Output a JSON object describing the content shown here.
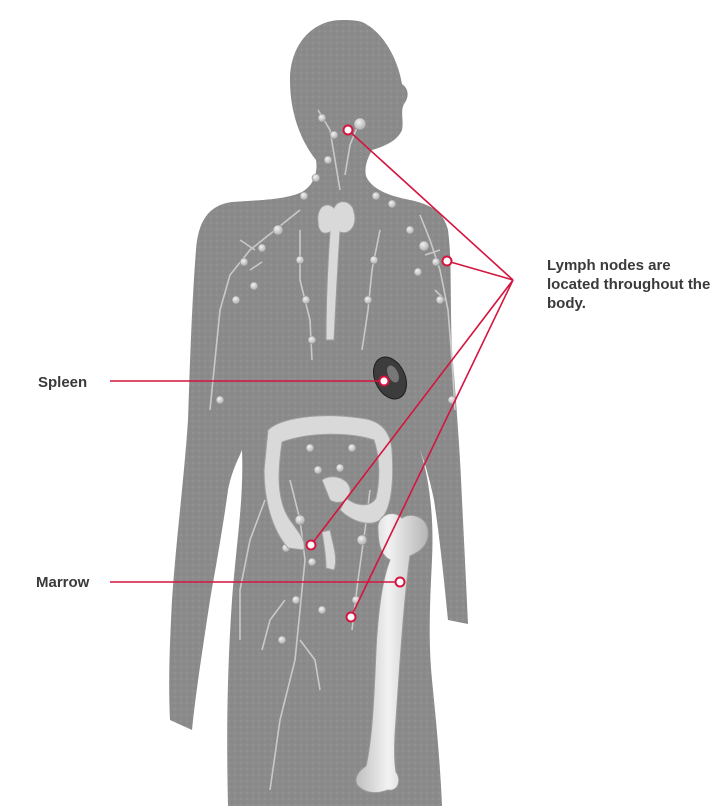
{
  "labels": {
    "spleen": "Spleen",
    "marrow": "Marrow",
    "lymph_nodes": "Lymph nodes are located throughout the body."
  },
  "colors": {
    "callout_line": "#d4153f",
    "body_silhouette": "#8b8b8b",
    "organ_highlight": "#d9d9d9",
    "bone": "#e6e6e6",
    "spleen": "#3c3c3c",
    "label_text": "#3a3a3a"
  },
  "figure": {
    "subject": "human body silhouette with lymphatic system",
    "callout_markers": "circle-marker"
  }
}
